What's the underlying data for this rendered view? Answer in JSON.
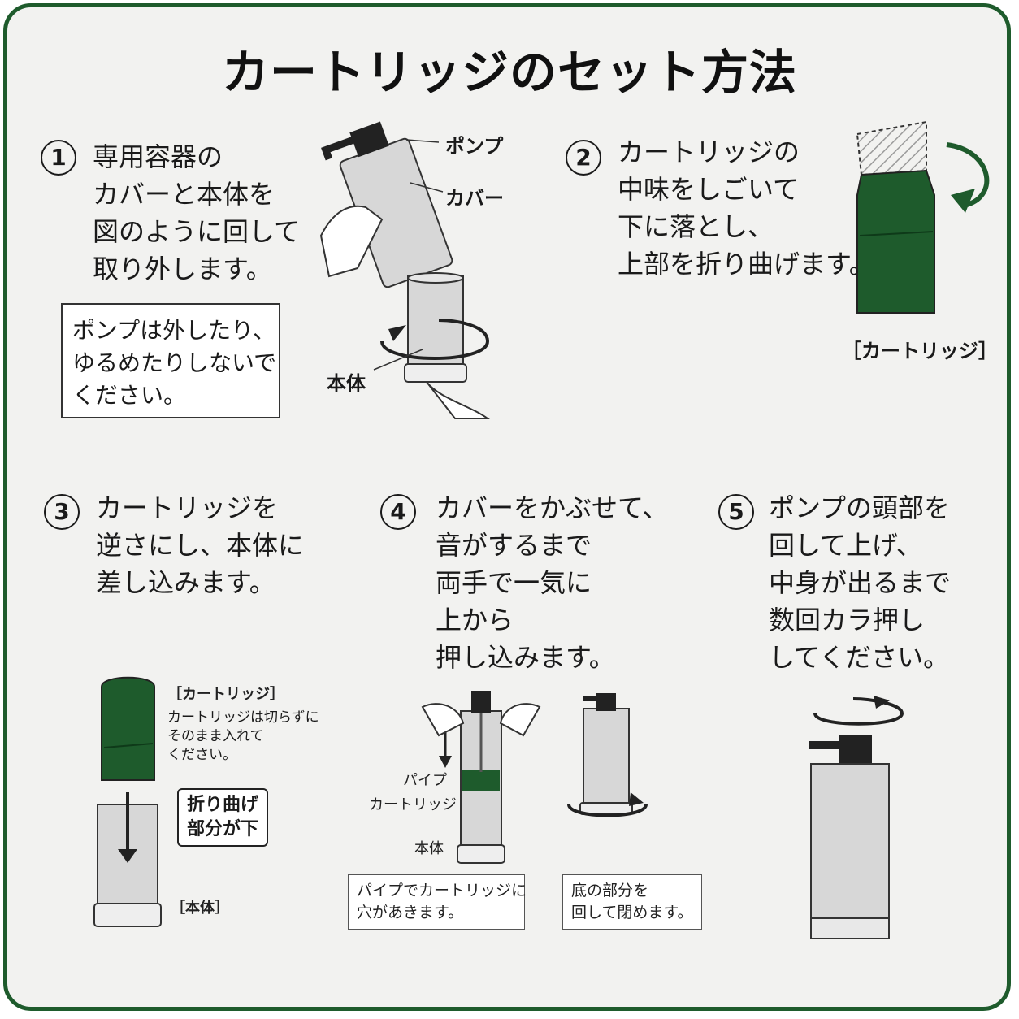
{
  "title": "カートリッジのセット方法",
  "colors": {
    "brand_green": "#1e5b2c",
    "background": "#f2f2f0"
  },
  "steps": [
    {
      "num": "1",
      "lines": [
        "専用容器の",
        "カバーと本体を",
        "図のように回して",
        "取り外します。"
      ]
    },
    {
      "num": "2",
      "lines": [
        "カートリッジの",
        "中味をしごいて",
        "下に落とし、",
        "上部を折り曲げます。"
      ]
    },
    {
      "num": "3",
      "lines": [
        "カートリッジを",
        "逆さにし、本体に",
        "差し込みます。"
      ]
    },
    {
      "num": "4",
      "lines": [
        "カバーをかぶせて、",
        "音がするまで",
        "両手で一気に",
        "上から",
        "押し込みます。"
      ]
    },
    {
      "num": "5",
      "lines": [
        "ポンプの頭部を",
        "回して上げ、",
        "中身が出るまで",
        "数回カラ押し",
        "してください。"
      ]
    }
  ],
  "step1_note": [
    "ポンプは外したり、",
    "ゆるめたりしないで",
    "ください。"
  ],
  "labels": {
    "pump": "ポンプ",
    "cover": "カバー",
    "body": "本体",
    "cartridge_bracket": "［カートリッジ］",
    "cartridge_bracket_small": "［カートリッジ］",
    "cartridge_note": [
      "カートリッジは切らずに",
      "そのまま入れて",
      "ください。"
    ],
    "fold_part": [
      "折り曲げ",
      "部分が下"
    ],
    "body_bracket": "［本体］",
    "pipe": "パイプ",
    "cartridge": "カートリッジ",
    "body_small": "本体"
  },
  "step4_notes": [
    [
      "パイプでカートリッジに",
      "穴があきます。"
    ],
    [
      "底の部分を",
      "回して閉めます。"
    ]
  ]
}
